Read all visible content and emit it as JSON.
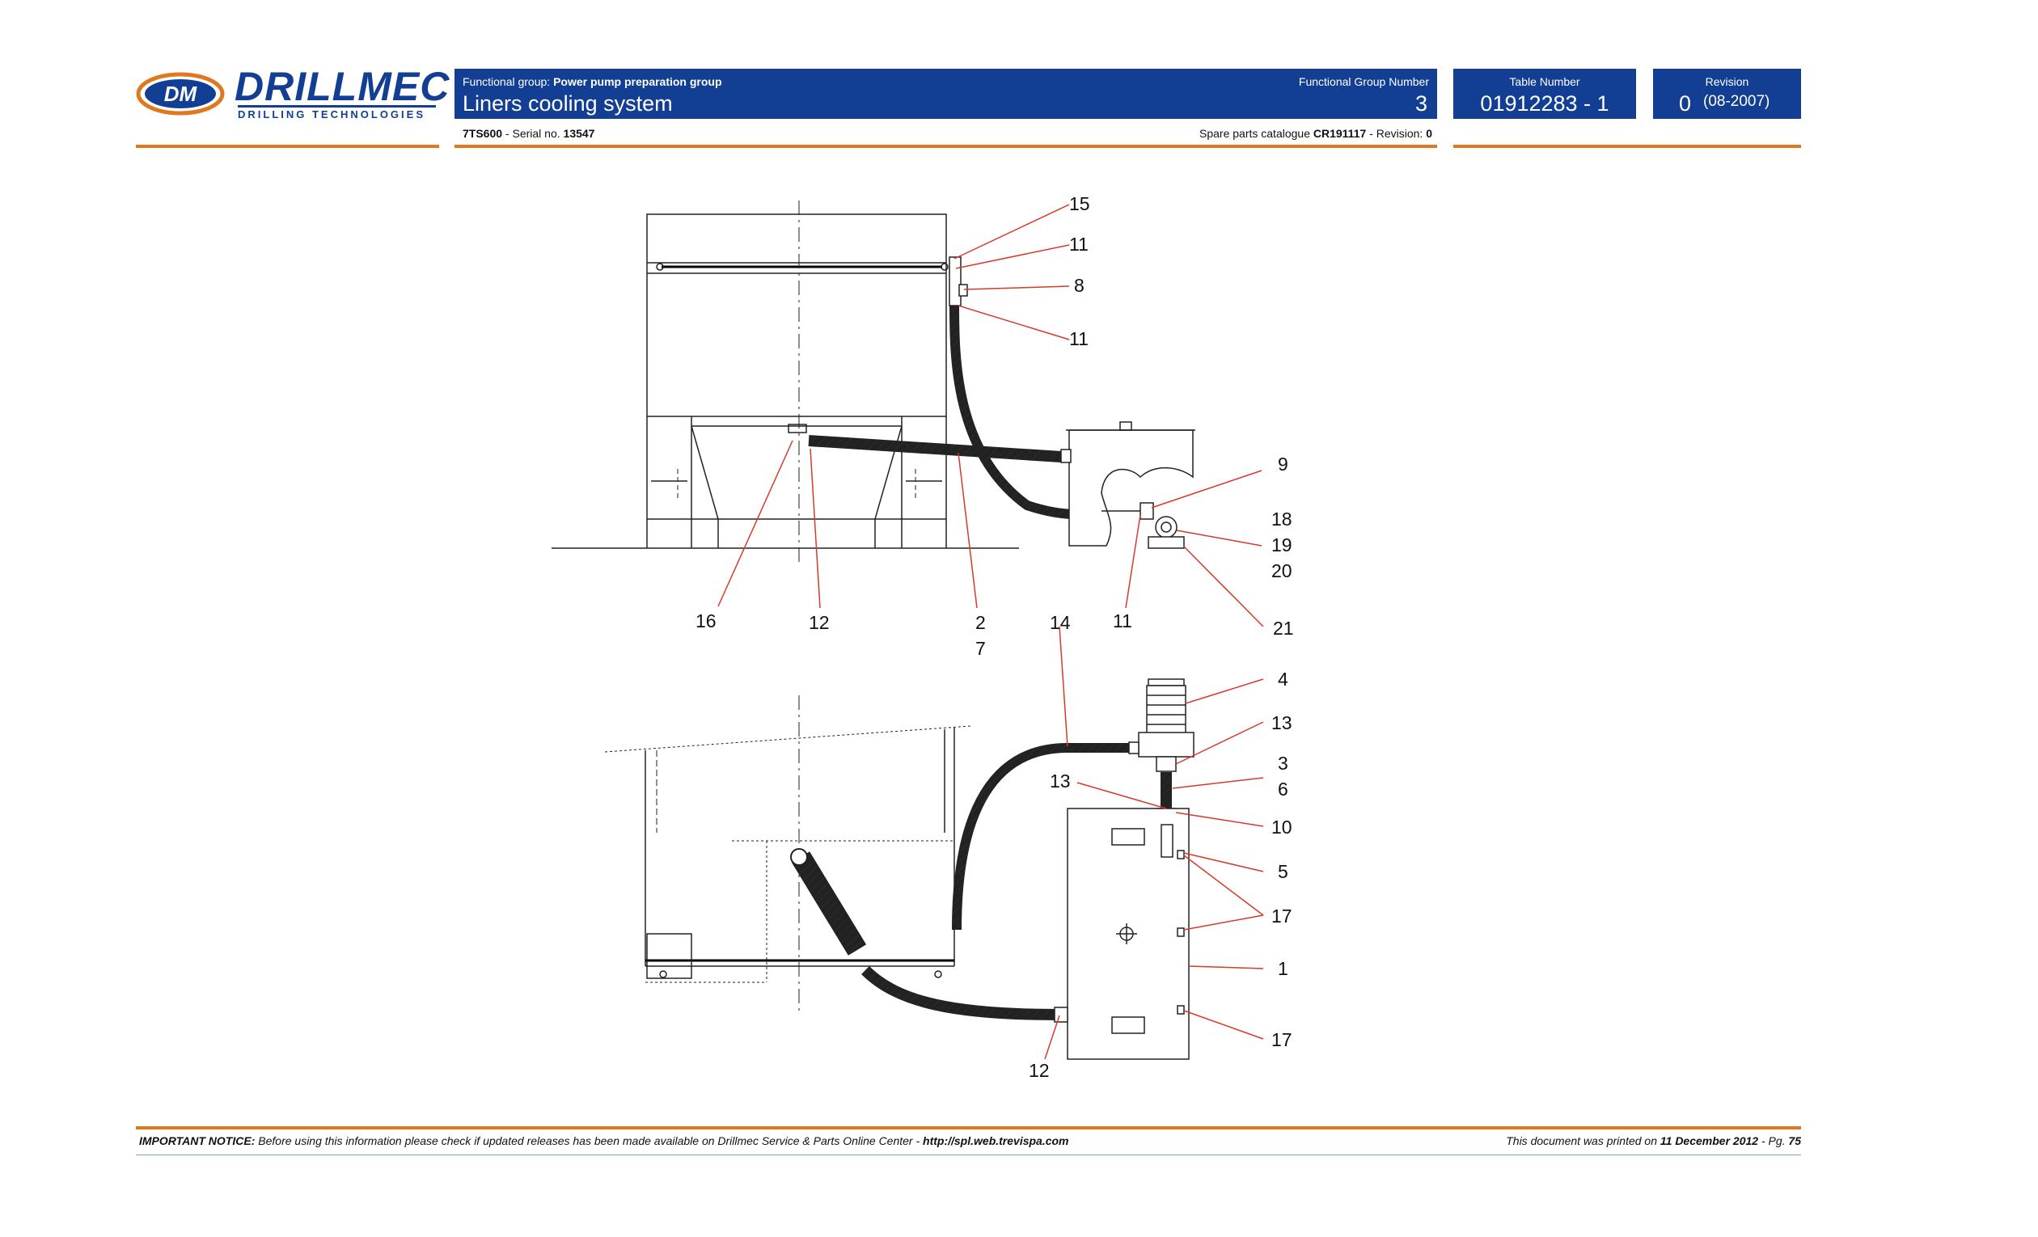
{
  "brand": {
    "name": "DRILLMEC",
    "subtitle": "DRILLING TECHNOLOGIES",
    "colors": {
      "navy": "#123f94",
      "orange": "#e0781e",
      "callout": "#d63a2a"
    }
  },
  "header": {
    "functional_group_label": "Functional group:",
    "functional_group_value": "Power pump preparation group",
    "title": "Liners cooling system",
    "fg_number_label": "Functional Group Number",
    "fg_number_value": "3",
    "table_number_label": "Table Number",
    "table_number_value": "01912283 - 1",
    "revision_label": "Revision",
    "revision_value": "0",
    "revision_date": "(08-2007)"
  },
  "subheader": {
    "model": "7TS600",
    "serial_label": " - Serial no. ",
    "serial_value": "13547",
    "catalogue_label": "Spare parts catalogue ",
    "catalogue_value": "CR191117",
    "cat_revision_label": " - Revision: ",
    "cat_revision_value": "0"
  },
  "callouts": [
    "15",
    "11",
    "8",
    "11",
    "9",
    "18",
    "19",
    "20",
    "21",
    "16",
    "12",
    "2",
    "7",
    "14",
    "11",
    "4",
    "13",
    "3",
    "6",
    "13",
    "10",
    "5",
    "17",
    "1",
    "17",
    "12"
  ],
  "footer": {
    "notice_label": "IMPORTANT NOTICE:",
    "notice_text": " Before using this information please check if updated releases has been made available on Drillmec Service & Parts Online Center - ",
    "notice_url": "http://spl.web.trevispa.com",
    "printed_prefix": "This document was printed on ",
    "printed_date": "11 December 2012",
    "page_prefix": " - Pg. ",
    "page_number": "75"
  }
}
